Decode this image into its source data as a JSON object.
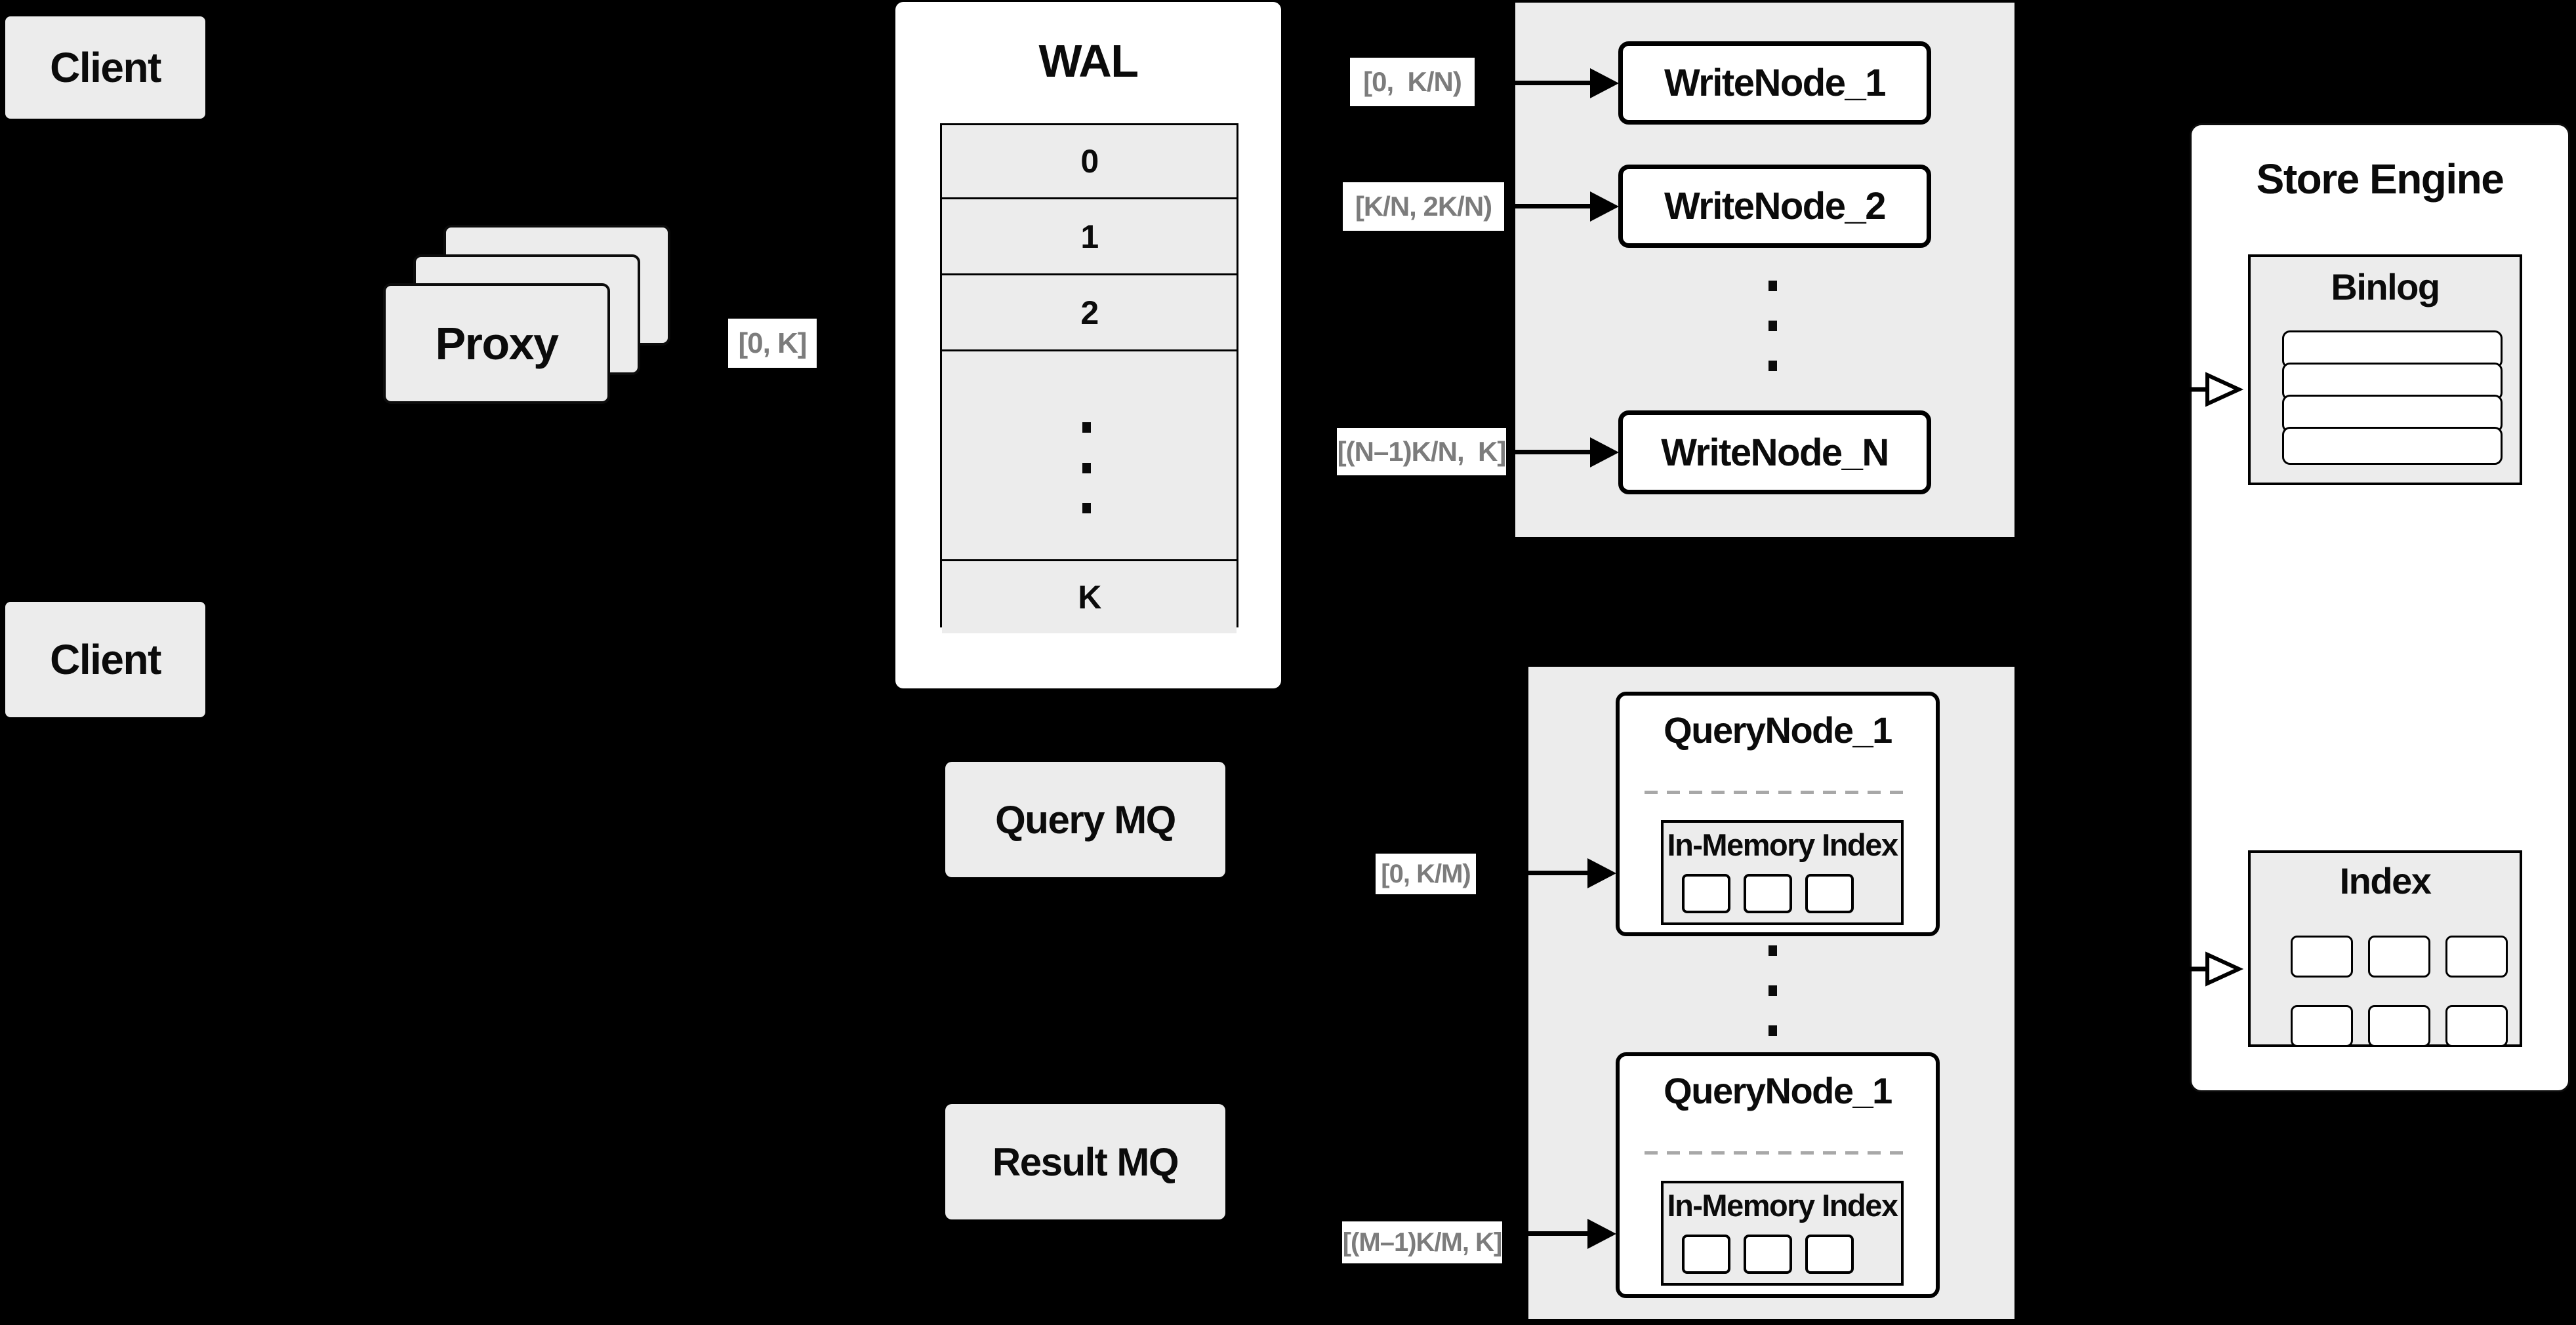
{
  "colors": {
    "background": "#000000",
    "panel_gray": "#ececec",
    "box_white": "#ffffff",
    "border_black": "#000000",
    "range_text_gray": "#7c7c7c",
    "dashed_divider_gray": "#a8a8a8"
  },
  "clients": [
    {
      "label": "Client"
    },
    {
      "label": "Client"
    }
  ],
  "proxy": {
    "label": "Proxy"
  },
  "edge_labels": {
    "proxy_to_wal": "[0, K]",
    "write": [
      "[0,  K/N)",
      "[K/N, 2K/N)",
      "[(N–1)K/N,  K]"
    ],
    "query": [
      "[0, K/M)",
      "[(M–1)K/M, K]"
    ]
  },
  "wal": {
    "title": "WAL",
    "rows": [
      "0",
      "1",
      "2",
      "K"
    ]
  },
  "write_cluster": {
    "nodes": [
      "WriteNode_1",
      "WriteNode_2",
      "WriteNode_N"
    ]
  },
  "mq": {
    "query_label": "Query MQ",
    "result_label": "Result MQ"
  },
  "query_cluster": {
    "nodes": [
      {
        "title": "QueryNode_1",
        "inner_title": "In-Memory Index"
      },
      {
        "title": "QueryNode_1",
        "inner_title": "In-Memory Index"
      }
    ]
  },
  "store_engine": {
    "title": "Store Engine",
    "binlog_title": "Binlog",
    "index_title": "Index"
  },
  "icons": {
    "filled_arrow": "right-arrow-icon",
    "hollow_arrow": "hollow-right-arrow-icon",
    "ellipsis": "vertical-ellipsis-icon"
  }
}
